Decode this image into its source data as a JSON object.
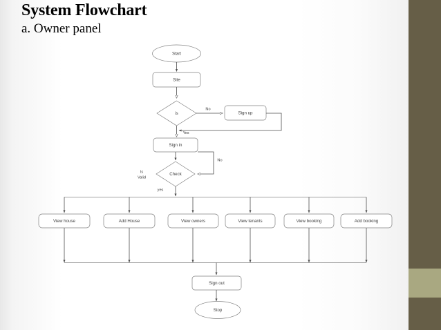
{
  "slide": {
    "title": "System Flowchart",
    "subtitle": "a. Owner panel",
    "sidebar_color": "#665e47",
    "sidebar_band_color": "#a9a881",
    "background_color": "#ffffff"
  },
  "flowchart": {
    "nodes": {
      "start": "Start",
      "site": "Site",
      "decision_is": "is",
      "signup": "Sign up",
      "signin": "Sign in",
      "decision_check": "Check",
      "view_house": "View house",
      "add_house": "Add House",
      "view_owners": "View owners",
      "view_tenants": "View tenants",
      "view_booking": "View booking",
      "add_booking": "Add booking",
      "signout": "Sign out",
      "stop": "Stop"
    },
    "edge_labels": {
      "is_no": "No",
      "is_yes": "Yes",
      "check_is_valid_line1": "Is",
      "check_is_valid_line2": "Valid",
      "check_no": "No",
      "check_yes": "yes"
    },
    "shape_stroke": "#808080",
    "connector_stroke": "#4d4d4d",
    "text_color": "#404040"
  }
}
